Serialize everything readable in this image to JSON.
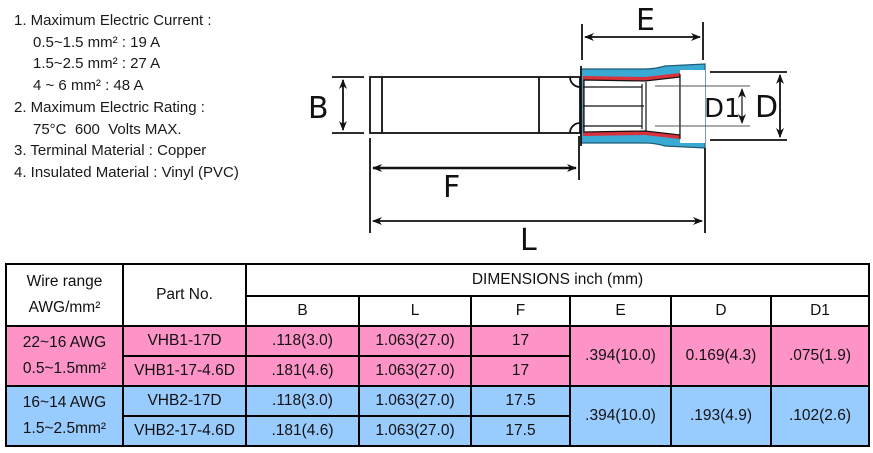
{
  "specs": [
    {
      "text": "1. Maximum Electric Current :",
      "sub": false
    },
    {
      "text": "0.5~1.5 mm² : 19 A",
      "sub": true
    },
    {
      "text": "1.5~2.5 mm² : 27 A",
      "sub": true
    },
    {
      "text": "4 ~ 6 mm² : 48 A",
      "sub": true
    },
    {
      "text": "2. Maximum Electric Rating :",
      "sub": false
    },
    {
      "text": "75°C  600  Volts MAX.",
      "sub": true
    },
    {
      "text": "3. Terminal Material : Copper",
      "sub": false
    },
    {
      "text": "4. Insulated Material : Vinyl (PVC)",
      "sub": false
    }
  ],
  "diagram": {
    "labels": {
      "B": "B",
      "E": "E",
      "D1": "D1",
      "D": "D",
      "F": "F",
      "L": "L"
    },
    "colors": {
      "insulation": "#3aa9d3",
      "sleeve": "#d9323a",
      "line": "#111111"
    }
  },
  "table": {
    "headers": {
      "wire_range": [
        "Wire range",
        "AWG/mm²"
      ],
      "part_no": "Part No.",
      "dimensions": "DIMENSIONS inch (mm)",
      "columns": [
        "B",
        "L",
        "F",
        "E",
        "D",
        "D1"
      ]
    },
    "colors": {
      "group1": "#fd93c6",
      "group2": "#99ccfe"
    },
    "groups": [
      {
        "wire_range": [
          "22~16 AWG",
          "0.5~1.5mm²"
        ],
        "E": ".394(10.0)",
        "D": "0.169(4.3)",
        "D1": ".075(1.9)",
        "rows": [
          {
            "part": "VHB1-17D",
            "B": ".118(3.0)",
            "L": "1.063(27.0)",
            "F": "17"
          },
          {
            "part": "VHB1-17-4.6D",
            "B": ".181(4.6)",
            "L": "1.063(27.0)",
            "F": "17"
          }
        ]
      },
      {
        "wire_range": [
          "16~14 AWG",
          "1.5~2.5mm²"
        ],
        "E": ".394(10.0)",
        "D": ".193(4.9)",
        "D1": ".102(2.6)",
        "rows": [
          {
            "part": "VHB2-17D",
            "B": ".118(3.0)",
            "L": "1.063(27.0)",
            "F": "17.5"
          },
          {
            "part": "VHB2-17-4.6D",
            "B": ".181(4.6)",
            "L": "1.063(27.0)",
            "F": "17.5"
          }
        ]
      }
    ]
  }
}
